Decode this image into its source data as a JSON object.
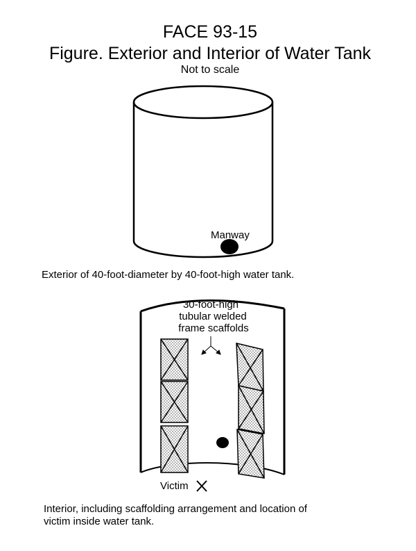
{
  "header": {
    "doc_id": "FACE 93-15",
    "figure_title": "Figure.  Exterior and Interior of Water Tank",
    "scale_note": "Not to scale"
  },
  "exterior": {
    "manway_label": "Manway",
    "caption": "Exterior of 40-foot-diameter by 40-foot-high water tank."
  },
  "interior": {
    "scaffold_label_lines": [
      "30-foot-high",
      "tubular welded",
      "frame scaffolds"
    ],
    "victim_label": "Victim",
    "caption_line1": "Interior, including scaffolding arrangement and location of",
    "caption_line2": "victim inside water tank."
  }
}
